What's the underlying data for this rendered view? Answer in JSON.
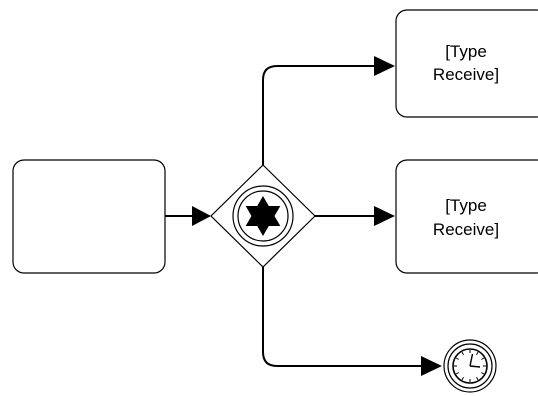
{
  "colors": {
    "stroke": "#000000",
    "fill": "#ffffff",
    "marker": "#000000"
  },
  "diagram": {
    "type": "bpmn-process-fragment",
    "elements": {
      "source_task": {
        "kind": "task",
        "label": ""
      },
      "gateway": {
        "kind": "event-based-gateway",
        "marker_icon": "star-of-david-icon"
      },
      "receive_task_top": {
        "kind": "task",
        "label_line1": "[Type",
        "label_line2": "Receive]"
      },
      "receive_task_middle": {
        "kind": "task",
        "label_line1": "[Type",
        "label_line2": "Receive]"
      },
      "timer_event": {
        "kind": "intermediate-timer-event",
        "icon": "clock-icon"
      }
    },
    "flows": [
      {
        "from": "source_task",
        "to": "gateway"
      },
      {
        "from": "gateway",
        "to": "receive_task_top"
      },
      {
        "from": "gateway",
        "to": "receive_task_middle"
      },
      {
        "from": "gateway",
        "to": "timer_event"
      }
    ]
  }
}
